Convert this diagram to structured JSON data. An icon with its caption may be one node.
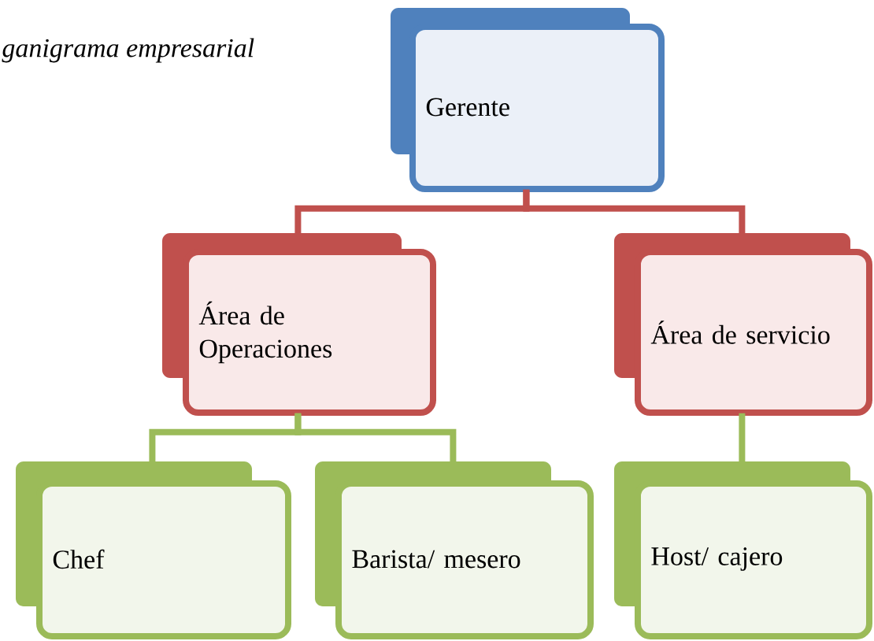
{
  "diagram": {
    "title": "ganigrama empresarial",
    "nodes": [
      {
        "text": [
          "Gerente"
        ]
      },
      {
        "text": [
          "Área de Operaciones"
        ]
      },
      {
        "text": [
          "Área de servicio"
        ]
      },
      {
        "text": [
          "Chef"
        ]
      },
      {
        "text": [
          "Barista/ mesero"
        ]
      },
      {
        "text": [
          "Host/ cajero"
        ]
      }
    ],
    "edges": [
      {
        "from": 0,
        "to": 1,
        "arrow": "none",
        "color": "#c0504d"
      },
      {
        "from": 0,
        "to": 2,
        "arrow": "none",
        "color": "#c0504d"
      },
      {
        "from": 1,
        "to": 3,
        "arrow": "none"
      },
      {
        "from": 1,
        "to": 4,
        "arrow": "none"
      },
      {
        "from": 2,
        "to": 5,
        "arrow": "none"
      }
    ]
  }
}
